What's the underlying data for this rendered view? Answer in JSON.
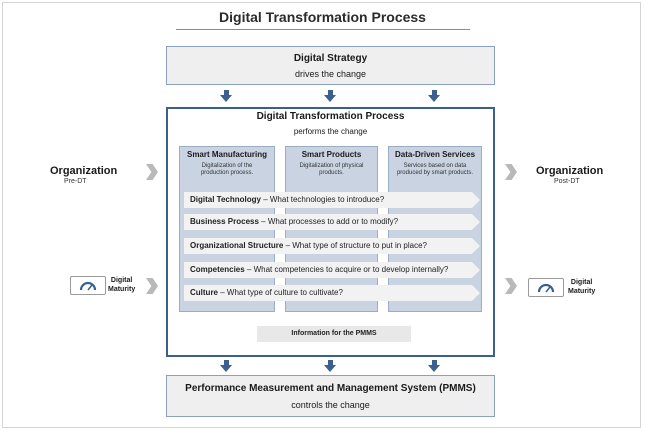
{
  "title": "Digital Transformation Process",
  "strategy": {
    "heading": "Digital Strategy",
    "sub": "drives the change"
  },
  "process": {
    "heading": "Digital Transformation Process",
    "sub": "performs the change"
  },
  "columns": [
    {
      "heading": "Smart Manufacturing",
      "desc": "Digitalization of the production process."
    },
    {
      "heading": "Smart Products",
      "desc": "Digitalization of physical products."
    },
    {
      "heading": "Data-Driven Services",
      "desc": "Services based on data produced by smart products."
    }
  ],
  "bands": [
    {
      "key": "Digital Technology",
      "rest": " – What technologies to introduce?"
    },
    {
      "key": "Business Process",
      "rest": " – What processes to add or to modify?"
    },
    {
      "key": "Organizational Structure",
      "rest": " – What type of structure to put in place?"
    },
    {
      "key": "Competencies",
      "rest": " – What competencies to acquire or to develop internally?"
    },
    {
      "key": "Culture",
      "rest": " – What type of culture to cultivate?"
    }
  ],
  "info": "Information for the PMMS",
  "pmms": {
    "heading": "Performance Measurement and Management System (PMMS)",
    "sub": "controls the change"
  },
  "org_left": {
    "label": "Organization",
    "sub": "Pre-DT"
  },
  "org_right": {
    "label": "Organization",
    "sub": "Post-DT"
  },
  "maturity_left": {
    "line1": "Digital",
    "line2": "Maturity"
  },
  "maturity_right": {
    "line1": "Digital",
    "line2": "Maturity"
  },
  "colors": {
    "accent": "#3b5f8e",
    "column_fill": "#c9d3e2",
    "box_fill": "#efefef"
  }
}
